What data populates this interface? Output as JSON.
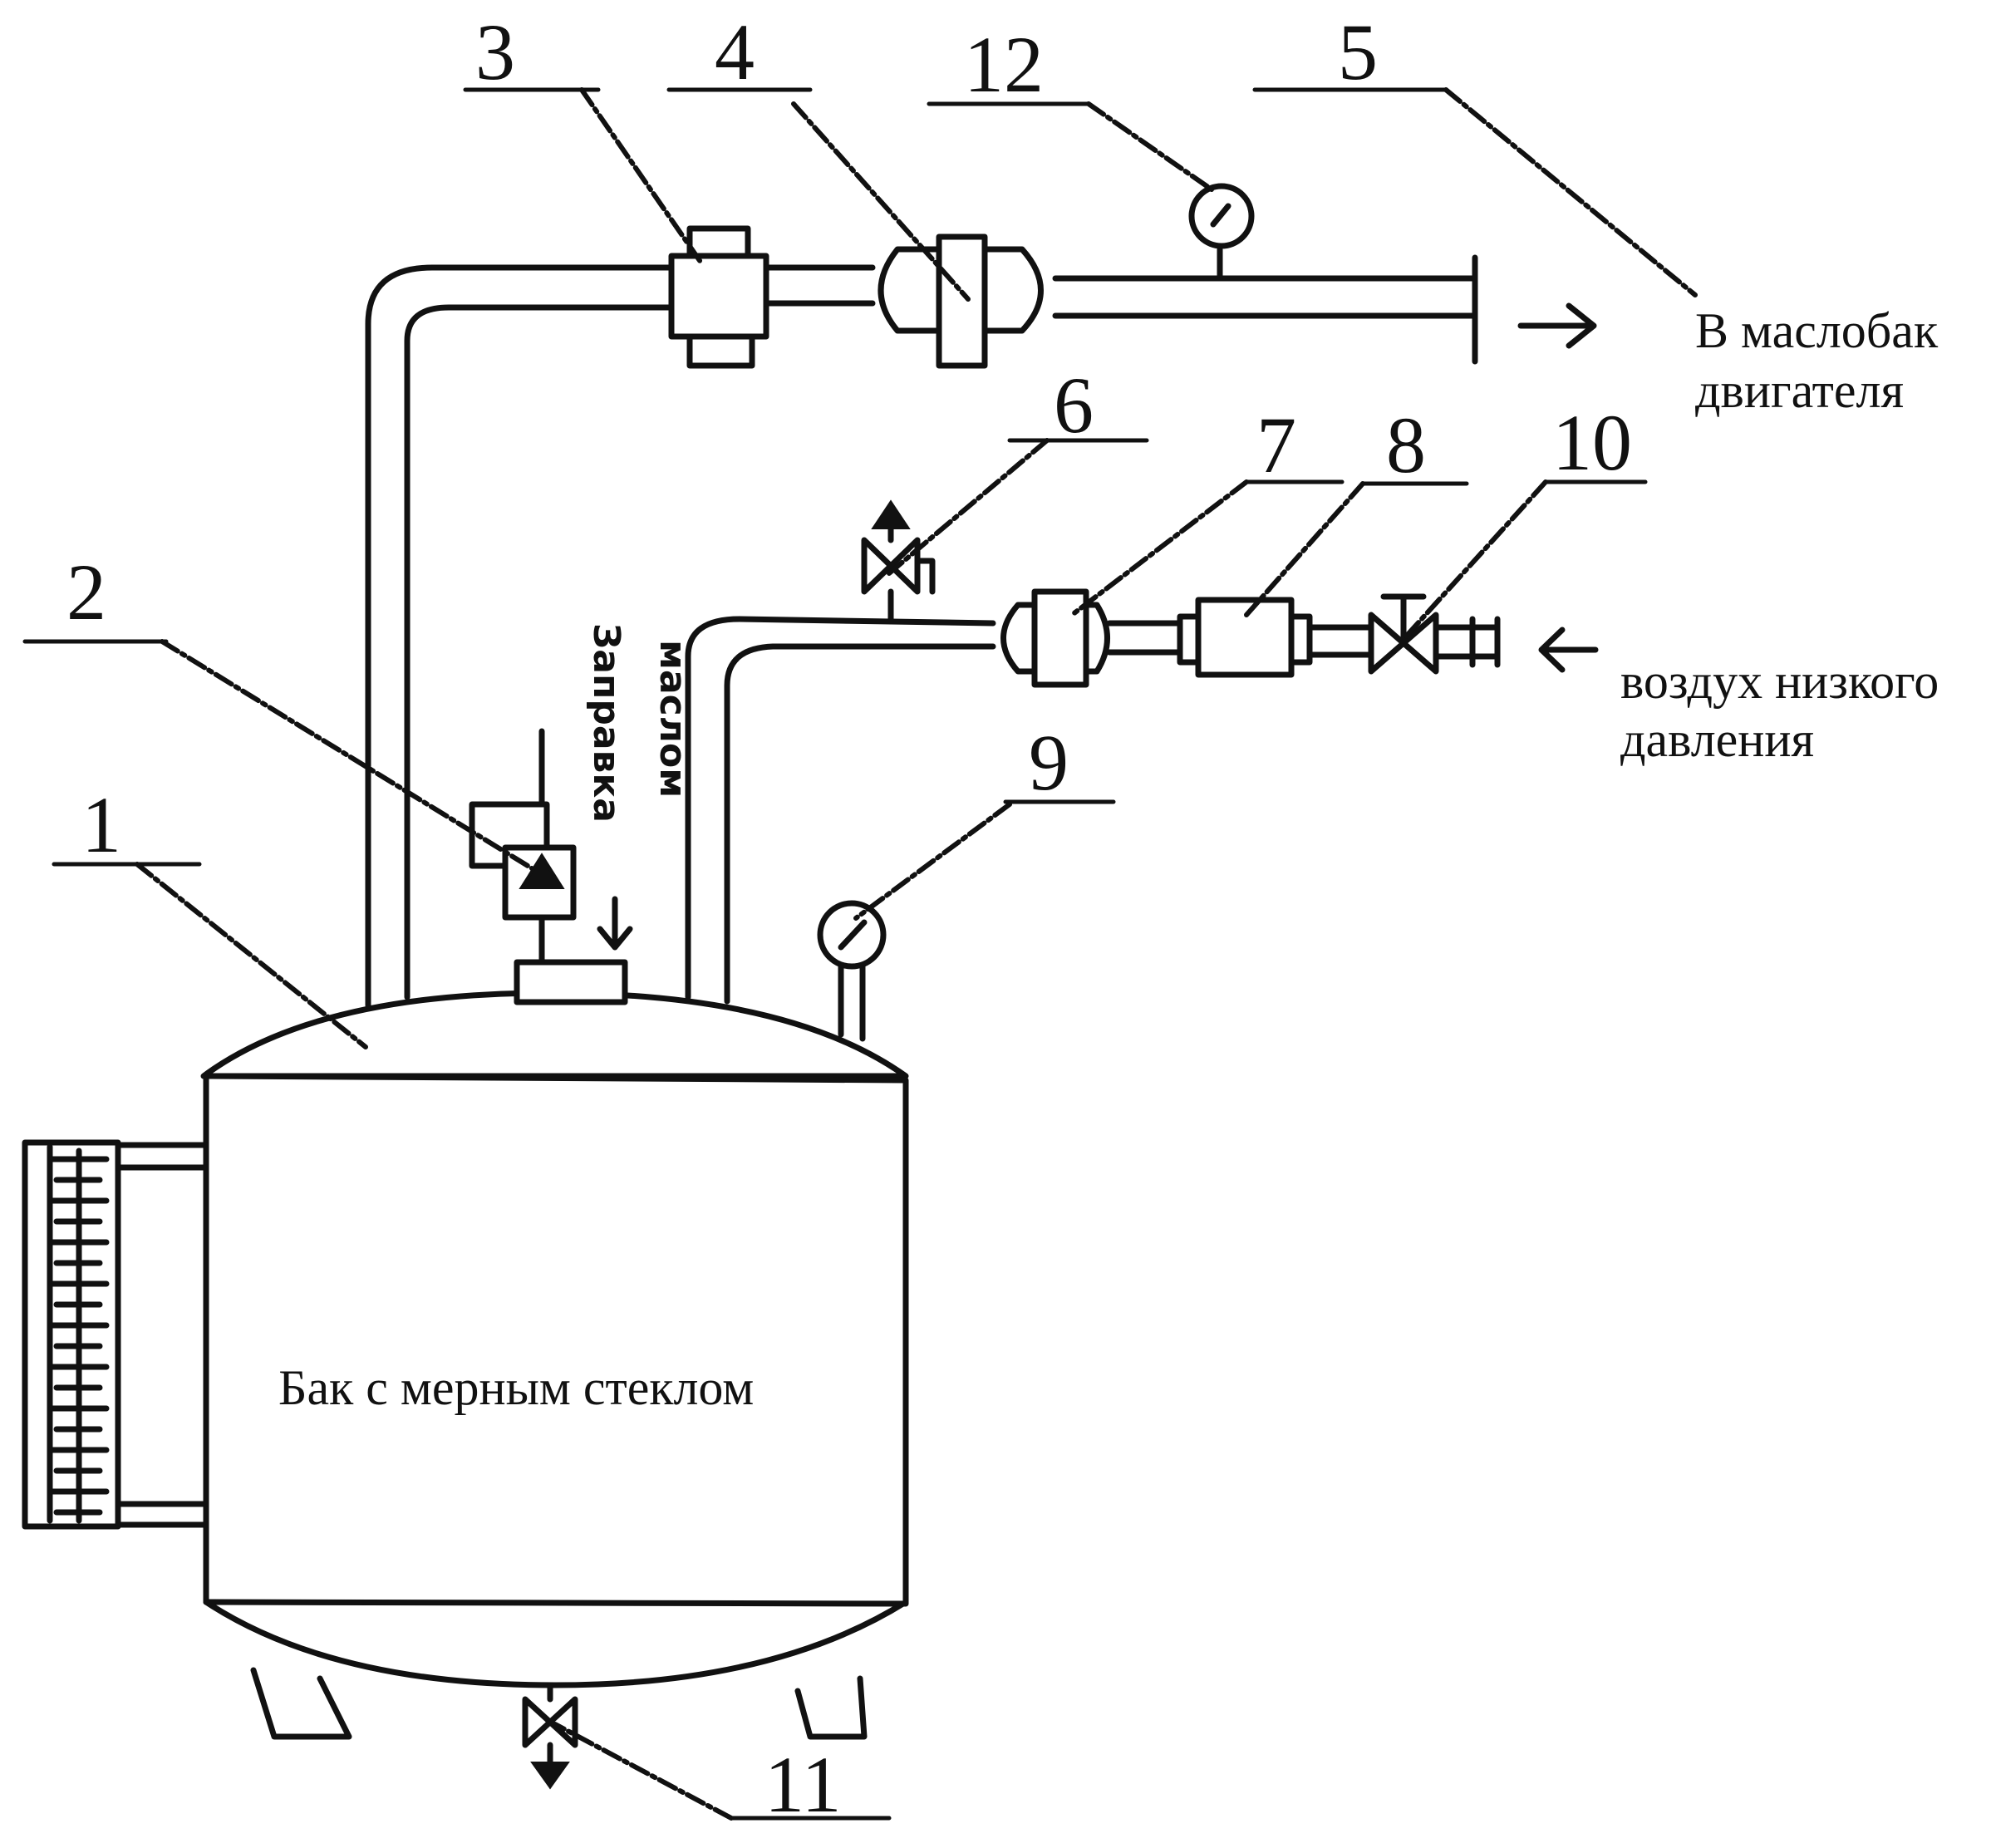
{
  "labels": {
    "n1": "1",
    "n2": "2",
    "n3": "3",
    "n4": "4",
    "n5": "5",
    "n6": "6",
    "n7": "7",
    "n8": "8",
    "n9": "9",
    "n10": "10",
    "n11": "11",
    "n12": "12"
  },
  "captions": {
    "outlet_line1": "В маслобак",
    "outlet_line2": "двигателя",
    "air_line1": "воздух низкого",
    "air_line2": "давления",
    "tank": "Бак с мерным стеклом",
    "fill": "Заправка",
    "oil": "маслом"
  }
}
